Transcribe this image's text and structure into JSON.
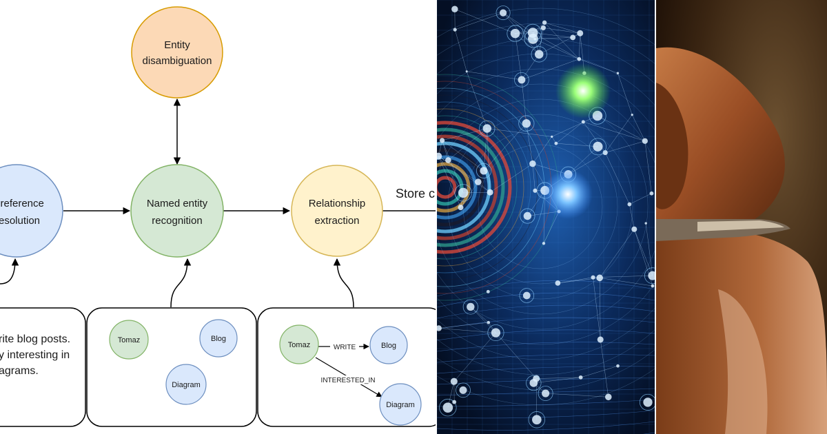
{
  "diagram": {
    "nodes": {
      "entity_disambiguation": {
        "line1": "Entity",
        "line2": "disambiguation",
        "fill": "#fcd9b6",
        "stroke": "#d79b00"
      },
      "coreference_resolution": {
        "line1": "oreference",
        "line2": "esolution",
        "fill": "#dae8fc",
        "stroke": "#6c8ebf"
      },
      "named_entity_recognition": {
        "line1": "Named entity",
        "line2": "recognition",
        "fill": "#d5e8d4",
        "stroke": "#82b366"
      },
      "relationship_extraction": {
        "line1": "Relationship",
        "line2": "extraction",
        "fill": "#fff2cc",
        "stroke": "#d6b656"
      }
    },
    "store_label": "Store c",
    "example_text": [
      "rite blog posts.",
      "y interesting in",
      "agrams."
    ],
    "ner_box": {
      "entities": [
        {
          "name": "Tomaz",
          "fill": "#d5e8d4",
          "stroke": "#82b366"
        },
        {
          "name": "Blog",
          "fill": "#dae8fc",
          "stroke": "#6c8ebf"
        },
        {
          "name": "Diagram",
          "fill": "#dae8fc",
          "stroke": "#6c8ebf"
        }
      ]
    },
    "rel_box": {
      "entities": [
        {
          "name": "Tomaz",
          "fill": "#d5e8d4",
          "stroke": "#82b366"
        },
        {
          "name": "Blog",
          "fill": "#dae8fc",
          "stroke": "#6c8ebf"
        },
        {
          "name": "Diagram",
          "fill": "#dae8fc",
          "stroke": "#6c8ebf"
        }
      ],
      "relations": [
        "WRITE",
        "INTERESTED_IN"
      ]
    }
  },
  "images": {
    "network": {
      "icon": "network-art-image",
      "bg": "#061a3a",
      "glow": "#4aa8ff",
      "star": "#7dff6a"
    },
    "dog": {
      "icon": "dog-photo-image",
      "fur": "#a0552a",
      "bg": "#3a2512"
    }
  }
}
